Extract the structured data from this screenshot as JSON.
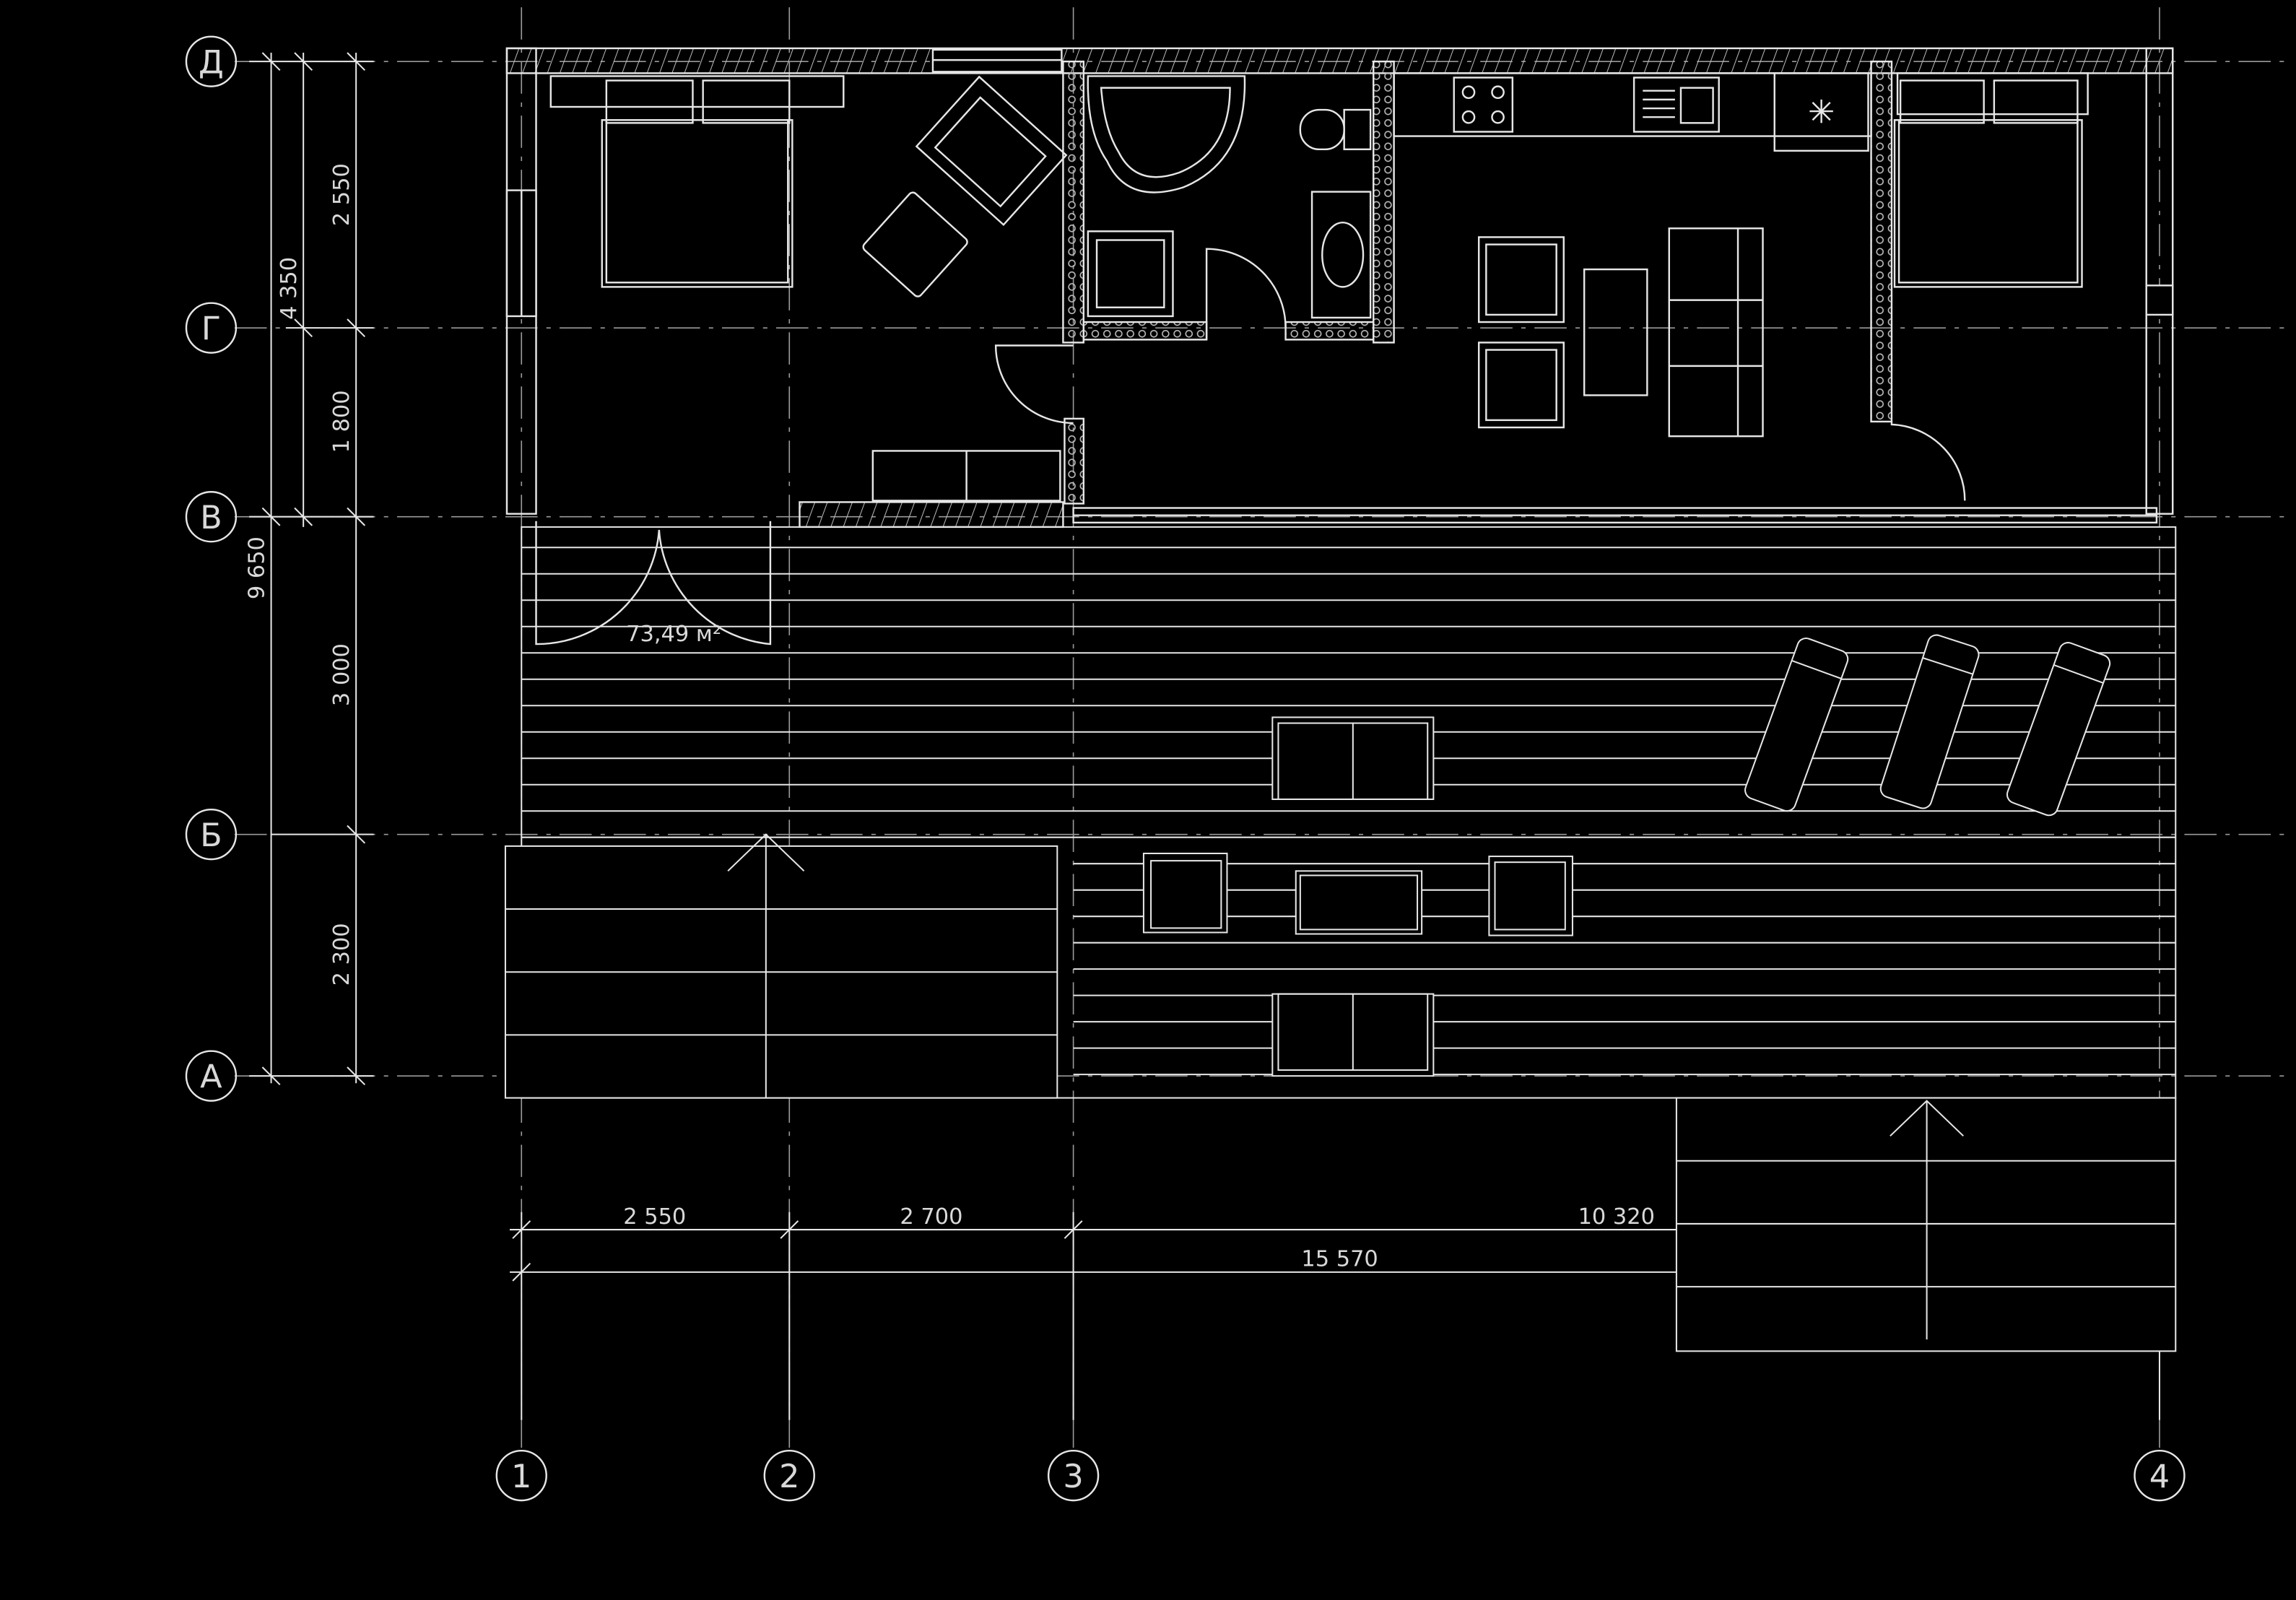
{
  "colors": {
    "background": "#000000",
    "line": "#e6e6e6",
    "grid": "#9a9a9a"
  },
  "axes": {
    "rows": [
      "Д",
      "Г",
      "В",
      "Б",
      "А"
    ],
    "columns": [
      "1",
      "2",
      "3",
      "4"
    ]
  },
  "dimensions": {
    "left_inner": [
      "2 550",
      "1 800",
      "3 000",
      "2 300"
    ],
    "left_mid": "4 350",
    "left_total": "9 650",
    "bottom_segments": [
      "2 550",
      "2 700",
      "10 320"
    ],
    "bottom_total": "15 570"
  },
  "area_label": "73,49 м²"
}
